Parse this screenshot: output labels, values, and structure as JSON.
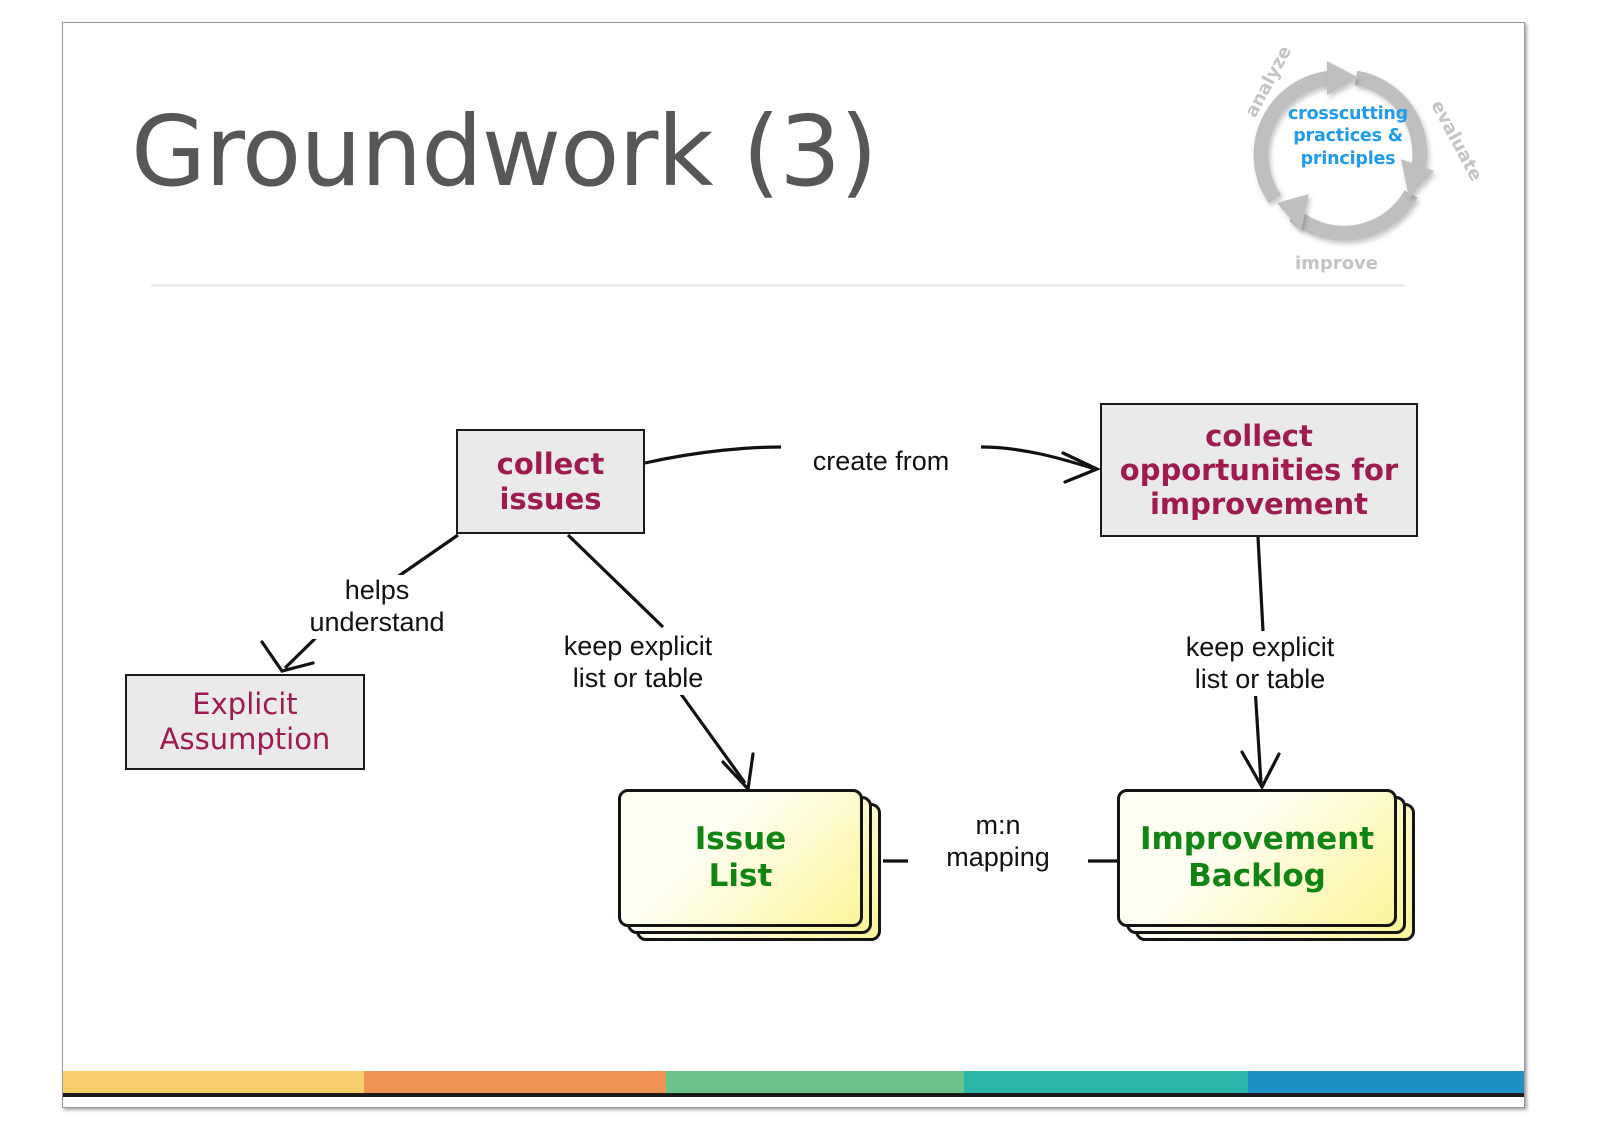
{
  "slide": {
    "title": "Groundwork (3)"
  },
  "logo": {
    "center_text": "crosscutting\npractices &\nprinciples",
    "center_color": "#1f9bf0",
    "ring_color": "#bfbfbf",
    "words": [
      {
        "name": "analyze",
        "label": "analyze"
      },
      {
        "name": "evaluate",
        "label": "evaluate"
      },
      {
        "name": "improve",
        "label": "improve"
      }
    ]
  },
  "diagram": {
    "process_boxes": [
      {
        "name": "collect-issues",
        "label": "collect\nissues",
        "fill": "#eaeaea",
        "text_color": "#a01a52"
      },
      {
        "name": "collect-opportunities-for-improvement",
        "label": "collect\nopportunities for\nimprovement",
        "fill": "#eaeaea",
        "text_color": "#a01a52"
      },
      {
        "name": "explicit-assumption",
        "label": "Explicit\nAssumption",
        "fill": "#eaeaea",
        "text_color": "#a01a52"
      }
    ],
    "artifact_stacks": [
      {
        "name": "issue-list",
        "label": "Issue\nList",
        "fill_from": "#fefef2",
        "fill_to": "#fbf49a",
        "text_color": "#118511"
      },
      {
        "name": "improvement-backlog",
        "label": "Improvement\nBacklog",
        "fill_from": "#fefef2",
        "fill_to": "#fbf49a",
        "text_color": "#118511"
      }
    ],
    "edge_labels": [
      {
        "name": "create-from",
        "label": "create from"
      },
      {
        "name": "helps-understand",
        "label": "helps\nunderstand"
      },
      {
        "name": "keep-explicit-left",
        "label": "keep explicit\nlist or table"
      },
      {
        "name": "keep-explicit-right",
        "label": "keep explicit\nlist or table"
      },
      {
        "name": "mn-mapping",
        "label": "m:n\nmapping"
      }
    ]
  },
  "footer": {
    "color_bar": [
      "#f8cd6b",
      "#ef9455",
      "#6cc28a",
      "#2cb4a8",
      "#1f90c4"
    ],
    "baseline_color": "#1b1b1b"
  }
}
